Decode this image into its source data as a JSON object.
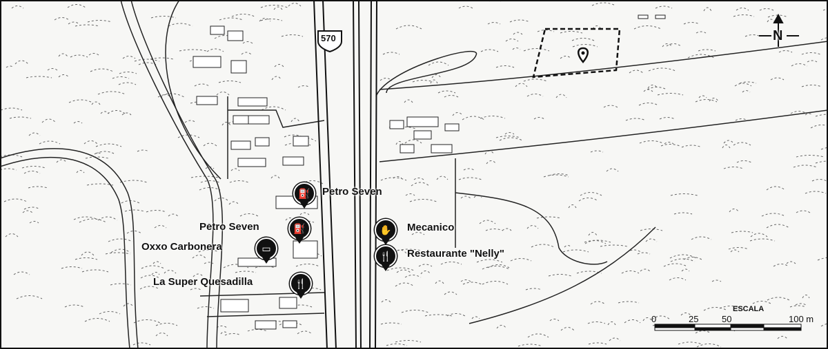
{
  "highway": {
    "number": "570"
  },
  "north": {
    "label": "N"
  },
  "pois": [
    {
      "name": "Petro Seven",
      "icon": "fuel-station-icon",
      "glyph": "⛽"
    },
    {
      "name": "Petro Seven",
      "icon": "fuel-station-icon",
      "glyph": "⛽"
    },
    {
      "name": "Oxxo Carbonera",
      "icon": "store-icon",
      "glyph": "▭"
    },
    {
      "name": "La Super Quesadilla",
      "icon": "restaurant-icon",
      "glyph": "🍴"
    },
    {
      "name": "Mecanico",
      "icon": "mechanic-icon",
      "glyph": "✋"
    },
    {
      "name": "Restaurante \"Nelly\"",
      "icon": "restaurant-icon",
      "glyph": "🍴"
    }
  ],
  "scale": {
    "title": "ESCALA",
    "ticks": [
      "0",
      "25",
      "50",
      "100 m"
    ]
  },
  "colors": {
    "ink": "#111111",
    "paper": "#f7f7f5"
  }
}
